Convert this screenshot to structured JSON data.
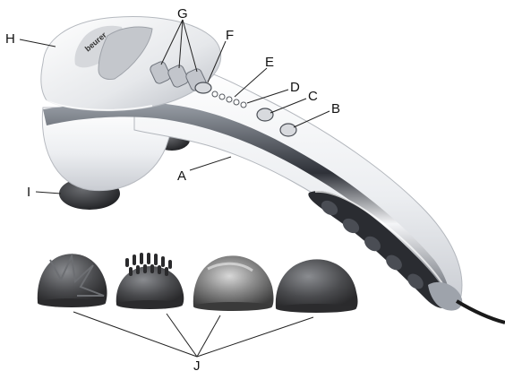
{
  "product": {
    "brand_label": "beurer"
  },
  "callouts": {
    "A": "A",
    "B": "B",
    "C": "C",
    "D": "D",
    "E": "E",
    "F": "F",
    "G": "G",
    "H": "H",
    "I": "I",
    "J": "J"
  },
  "colors": {
    "body_silver": "#e8e9ec",
    "chrome_band": "#3a3d44",
    "grip_dark": "#2a2c31",
    "attachment_dark": "#3c3c3e",
    "label_text": "#111111"
  }
}
